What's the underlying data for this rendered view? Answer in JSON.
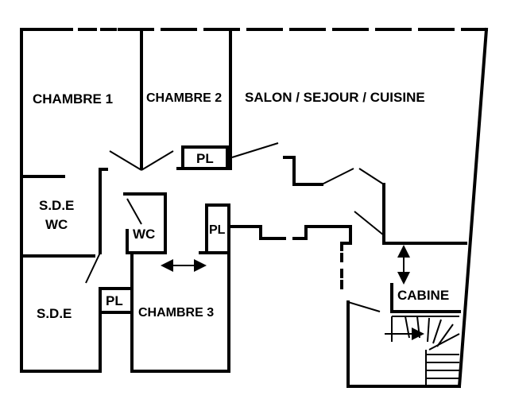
{
  "rooms": {
    "chambre1": "CHAMBRE 1",
    "chambre2": "CHAMBRE 2",
    "salon": "SALON / SEJOUR / CUISINE",
    "sde_wc_line1": "S.D.E",
    "sde_wc_line2": "WC",
    "wc": "WC",
    "pl_top": "PL",
    "pl_mid": "PL",
    "pl_bottom": "PL",
    "sde": "S.D.E",
    "chambre3": "CHAMBRE 3",
    "cabine": "CABINE"
  }
}
